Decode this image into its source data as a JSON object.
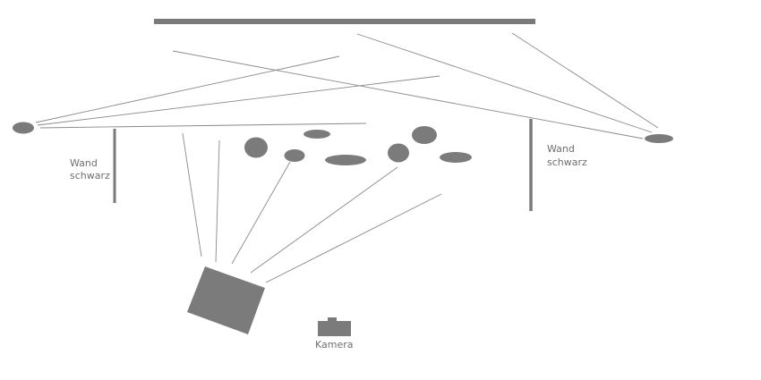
{
  "labels": {
    "wall_left_line1": "Wand",
    "wall_left_line2": "schwarz",
    "wall_right_line1": "Wand",
    "wall_right_line2": "schwarz",
    "camera": "Kamera"
  },
  "colors": {
    "shape": "#7b7b7b",
    "line": "#8a8a8a",
    "text": "#6e6e6e",
    "background": "#ffffff"
  }
}
